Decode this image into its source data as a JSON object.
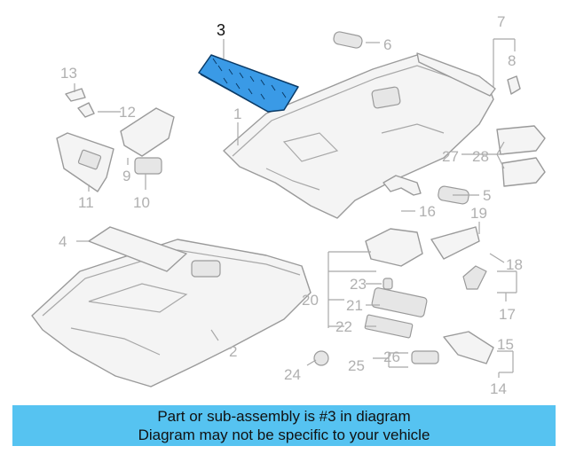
{
  "diagram": {
    "highlight_color": "#3a9ae6",
    "highlight_callout": "3",
    "callouts": [
      "1",
      "2",
      "3",
      "4",
      "5",
      "6",
      "7",
      "8",
      "9",
      "10",
      "11",
      "12",
      "13",
      "14",
      "15",
      "16",
      "17",
      "18",
      "19",
      "20",
      "21",
      "22",
      "23",
      "24",
      "25",
      "26",
      "27",
      "28"
    ]
  },
  "banner": {
    "background": "#56c3f1",
    "line1": "Part or sub-assembly is #3 in diagram",
    "line2": "Diagram may not be specific to your vehicle"
  }
}
